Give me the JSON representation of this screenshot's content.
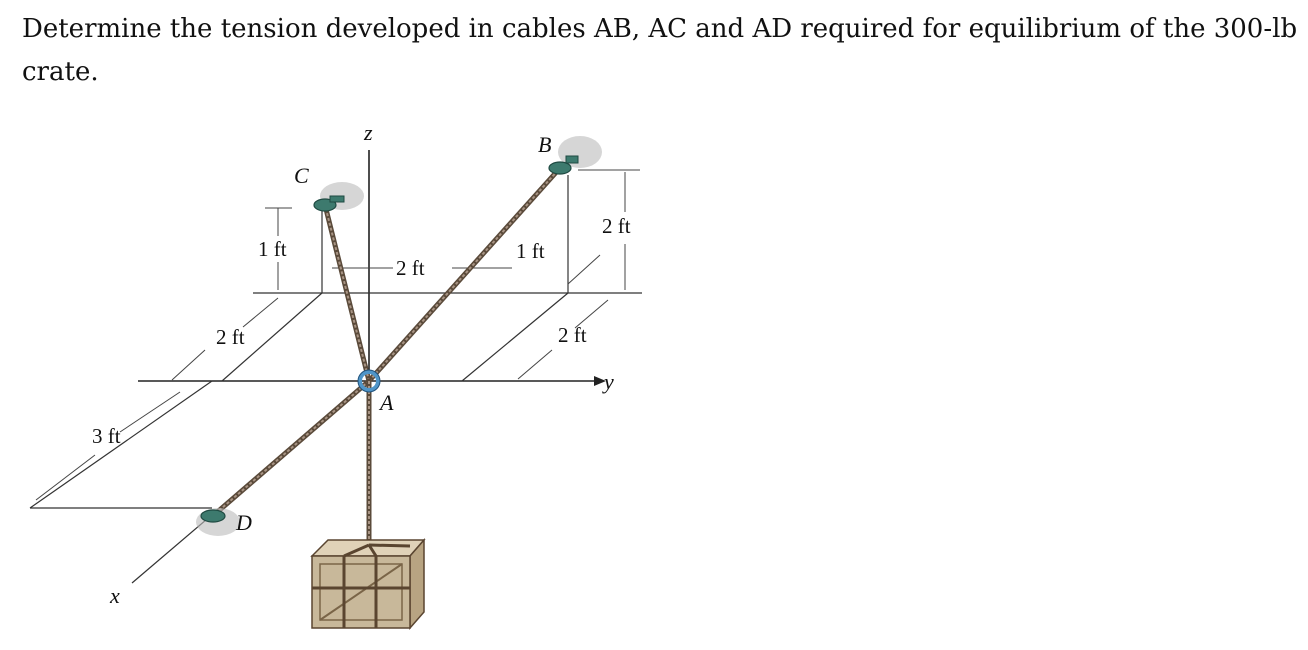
{
  "problem": {
    "statement": "Determine the tension developed in cables AB, AC and AD required for equilibrium of the 300-lb crate."
  },
  "figure": {
    "point_labels": {
      "a": "A",
      "b": "B",
      "c": "C",
      "d": "D"
    },
    "axis_labels": {
      "x": "x",
      "y": "y",
      "z": "z"
    },
    "dimensions": {
      "c_height": "1 ft",
      "c_x_offset": "2 ft",
      "c_y_offset": "2 ft",
      "b_x_offset": "1 ft",
      "b_height": "2 ft",
      "b_y_offset": "2 ft",
      "d_x_offset": "3 ft"
    },
    "colors": {
      "cable": "#5a4a3a",
      "anchor": "#3d7a6e",
      "ring": "#4f95c8",
      "crate": "#c8b89a"
    }
  }
}
